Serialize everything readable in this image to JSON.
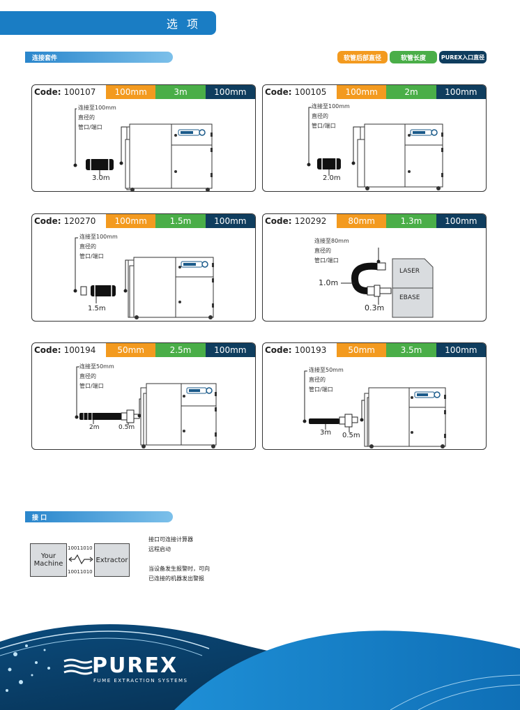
{
  "header": {
    "title": "选 项"
  },
  "section_connections": {
    "label": "连接套件"
  },
  "legend": {
    "hose_end_diameter": "软管后部直径",
    "hose_length": "软管长度",
    "purex_inlet_diameter": "PUREX入口直径"
  },
  "code_label": "Code:",
  "cards": [
    {
      "code": "100107",
      "specs": [
        "100mm",
        "3m",
        "100mm"
      ],
      "note": [
        "连接至100mm",
        "直径的",
        "管口/端口"
      ],
      "lengths": [
        "3.0m"
      ]
    },
    {
      "code": "100105",
      "specs": [
        "100mm",
        "2m",
        "100mm"
      ],
      "note": [
        "连接至100mm",
        "直径的",
        "管口/端口"
      ],
      "lengths": [
        "2.0m"
      ]
    },
    {
      "code": "120270",
      "specs": [
        "100mm",
        "1.5m",
        "100mm"
      ],
      "note": [
        "连接至100mm",
        "直径的",
        "管口/端口"
      ],
      "lengths": [
        "1.5m"
      ]
    },
    {
      "code": "120292",
      "specs": [
        "80mm",
        "1.3m",
        "100mm"
      ],
      "note": [
        "连接至80mm",
        "直径的",
        "管口/端口"
      ],
      "lengths": [
        "1.0m",
        "0.3m"
      ],
      "laser": "LASER",
      "ebase": "EBASE"
    },
    {
      "code": "100194",
      "specs": [
        "50mm",
        "2.5m",
        "100mm"
      ],
      "note": [
        "连接至50mm",
        "直径的",
        "管口/端口"
      ],
      "lengths": [
        "2m",
        "0.5m"
      ]
    },
    {
      "code": "100193",
      "specs": [
        "50mm",
        "3.5m",
        "100mm"
      ],
      "note": [
        "连接至50mm",
        "直径的",
        "管口/端口"
      ],
      "lengths": [
        "3m",
        "0.5m"
      ]
    }
  ],
  "section_interface": {
    "label": "接 口"
  },
  "interface": {
    "left_box": "Your Machine",
    "right_box": "Extractor",
    "bits_top": "10011010",
    "bits_bottom": "10011010",
    "info": [
      "接口可连接计算器",
      "远程启动",
      "",
      "当设备发生报警时，可向",
      "已连接的机器发出警报"
    ]
  },
  "brand": {
    "name": "PUREX",
    "tagline": "FUME EXTRACTION SYSTEMS"
  },
  "colors": {
    "blue": "#1a7dc4",
    "orange": "#f39a1f",
    "green": "#4aae48",
    "navy": "#0f3d5e"
  }
}
